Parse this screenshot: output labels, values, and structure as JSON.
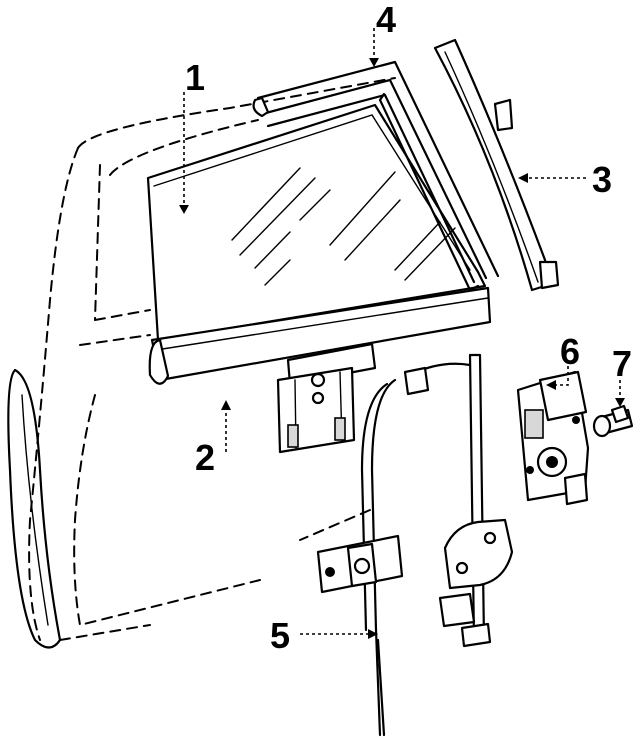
{
  "callouts": [
    {
      "id": "1",
      "text": "1"
    },
    {
      "id": "2",
      "text": "2"
    },
    {
      "id": "3",
      "text": "3"
    },
    {
      "id": "4",
      "text": "4"
    },
    {
      "id": "5",
      "text": "5"
    },
    {
      "id": "6",
      "text": "6"
    },
    {
      "id": "7",
      "text": "7"
    }
  ]
}
